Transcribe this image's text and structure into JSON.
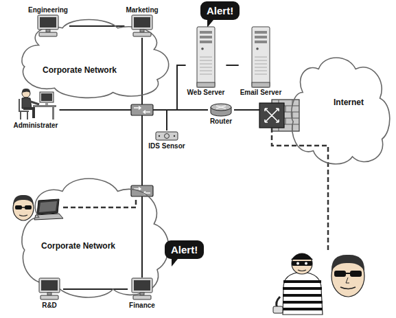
{
  "diagram": {
    "nodes": [
      {
        "text": [
          "Corporate Network"
        ]
      },
      {
        "text": [
          "Engineering"
        ],
        "in": 0
      },
      {
        "text": [
          "Marketing"
        ],
        "in": 0
      },
      {
        "text": [
          "Alert!"
        ]
      },
      {
        "text": [
          "Web Server"
        ]
      },
      {
        "text": [
          "Email Server"
        ]
      },
      {
        "text": [
          "Administrater"
        ]
      },
      {
        "text": [
          "IDS Sensor"
        ]
      },
      {
        "text": [
          "Router"
        ]
      },
      {
        "text": [
          "Internet"
        ]
      },
      {
        "text": [
          "Corporate Network"
        ]
      },
      {
        "text": [
          "Alert!"
        ]
      },
      {
        "text": [
          "R&D"
        ],
        "in": 10
      },
      {
        "text": [
          "Finance"
        ],
        "in": 10
      }
    ],
    "edges": [
      {
        "from": 1,
        "to": 2,
        "arrow": "none"
      },
      {
        "from": 2,
        "to": 8,
        "arrow": "none"
      },
      {
        "from": 6,
        "to": 8,
        "arrow": "none"
      },
      {
        "from": 7,
        "to": 8,
        "arrow": "none"
      },
      {
        "from": 8,
        "to": 4,
        "arrow": "none"
      },
      {
        "from": 4,
        "to": 5,
        "arrow": "none"
      },
      {
        "from": 8,
        "to": 9,
        "arrow": "none"
      },
      {
        "from": 12,
        "to": 13,
        "arrow": "none"
      },
      {
        "from": 13,
        "to": 8,
        "arrow": "none"
      }
    ]
  }
}
